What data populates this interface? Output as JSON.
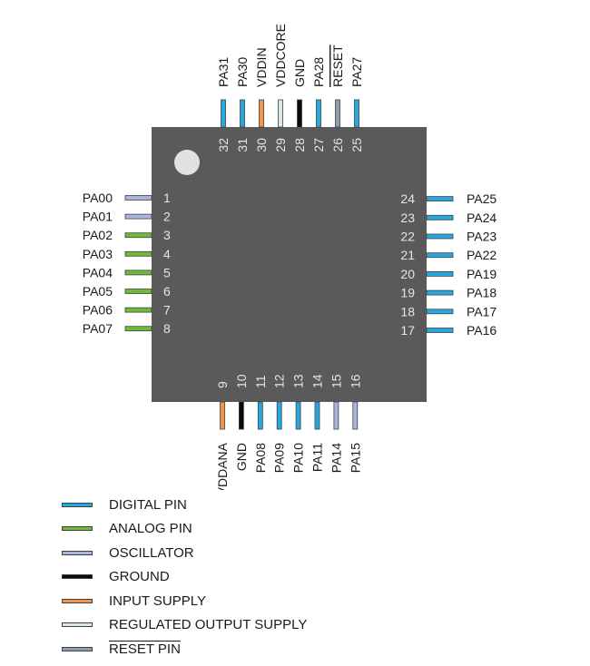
{
  "colors": {
    "digital": "#25a8df",
    "analog": "#6fba3b",
    "oscillator": "#a9b5df",
    "ground": "#0a0a0a",
    "input_supply": "#f0954a",
    "regulated": "#d9e9ea",
    "reset": "#8c9fae",
    "body": "#5a5a5a",
    "body_dot": "#e1e1e1"
  },
  "pins": {
    "left": [
      {
        "num": "1",
        "label": "PA00",
        "type": "oscillator"
      },
      {
        "num": "2",
        "label": "PA01",
        "type": "oscillator"
      },
      {
        "num": "3",
        "label": "PA02",
        "type": "analog"
      },
      {
        "num": "4",
        "label": "PA03",
        "type": "analog"
      },
      {
        "num": "5",
        "label": "PA04",
        "type": "analog"
      },
      {
        "num": "6",
        "label": "PA05",
        "type": "analog"
      },
      {
        "num": "7",
        "label": "PA06",
        "type": "analog"
      },
      {
        "num": "8",
        "label": "PA07",
        "type": "analog"
      }
    ],
    "bottom": [
      {
        "num": "9",
        "label": "VDDANA",
        "type": "input_supply"
      },
      {
        "num": "10",
        "label": "GND",
        "type": "ground"
      },
      {
        "num": "11",
        "label": "PA08",
        "type": "digital"
      },
      {
        "num": "12",
        "label": "PA09",
        "type": "digital"
      },
      {
        "num": "13",
        "label": "PA10",
        "type": "digital"
      },
      {
        "num": "14",
        "label": "PA11",
        "type": "digital"
      },
      {
        "num": "15",
        "label": "PA14",
        "type": "oscillator"
      },
      {
        "num": "16",
        "label": "PA15",
        "type": "oscillator"
      }
    ],
    "right": [
      {
        "num": "17",
        "label": "PA16",
        "type": "digital"
      },
      {
        "num": "18",
        "label": "PA17",
        "type": "digital"
      },
      {
        "num": "19",
        "label": "PA18",
        "type": "digital"
      },
      {
        "num": "20",
        "label": "PA19",
        "type": "digital"
      },
      {
        "num": "21",
        "label": "PA22",
        "type": "digital"
      },
      {
        "num": "22",
        "label": "PA23",
        "type": "digital"
      },
      {
        "num": "23",
        "label": "PA24",
        "type": "digital"
      },
      {
        "num": "24",
        "label": "PA25",
        "type": "digital"
      }
    ],
    "top": [
      {
        "num": "25",
        "label": "PA27",
        "type": "digital"
      },
      {
        "num": "26",
        "label": "RESET",
        "type": "reset",
        "overline": true
      },
      {
        "num": "27",
        "label": "PA28",
        "type": "digital"
      },
      {
        "num": "28",
        "label": "GND",
        "type": "ground"
      },
      {
        "num": "29",
        "label": "VDDCORE",
        "type": "regulated"
      },
      {
        "num": "30",
        "label": "VDDIN",
        "type": "input_supply"
      },
      {
        "num": "31",
        "label": "PA30",
        "type": "digital"
      },
      {
        "num": "32",
        "label": "PA31",
        "type": "digital"
      }
    ]
  },
  "legend": [
    {
      "label": "DIGITAL PIN",
      "type": "digital"
    },
    {
      "label": "ANALOG PIN",
      "type": "analog"
    },
    {
      "label": "OSCILLATOR",
      "type": "oscillator"
    },
    {
      "label": "GROUND",
      "type": "ground"
    },
    {
      "label": "INPUT SUPPLY",
      "type": "input_supply"
    },
    {
      "label": "REGULATED OUTPUT SUPPLY",
      "type": "regulated"
    },
    {
      "label": "RESET PIN",
      "type": "reset",
      "overline": true
    }
  ]
}
